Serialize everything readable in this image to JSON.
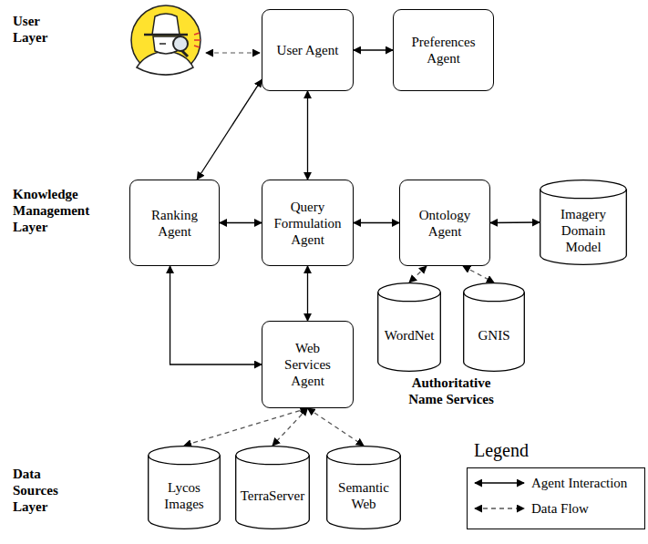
{
  "diagram": {
    "nodes": [
      {
        "text": [
          "User Agent"
        ]
      },
      {
        "text": [
          "Preferences Agent"
        ]
      },
      {
        "text": [
          "Ranking Agent"
        ]
      },
      {
        "text": [
          "Query Formulation Agent"
        ]
      },
      {
        "text": [
          "Ontology Agent"
        ]
      },
      {
        "text": [
          "Imagery Domain Model"
        ]
      },
      {
        "text": [
          "WordNet"
        ]
      },
      {
        "text": [
          "GNIS"
        ]
      },
      {
        "text": [
          "Web Services Agent"
        ]
      },
      {
        "text": [
          "Lycos Images"
        ]
      },
      {
        "text": [
          "TerraServer"
        ]
      },
      {
        "text": [
          "Semantic Web"
        ]
      }
    ],
    "edges": [
      {
        "from": 0,
        "to": 1,
        "arrow": "both"
      },
      {
        "from": 0,
        "to": 2,
        "arrow": "both"
      },
      {
        "from": 0,
        "to": 3,
        "arrow": "both"
      },
      {
        "from": 2,
        "to": 3,
        "arrow": "both"
      },
      {
        "from": 3,
        "to": 4,
        "arrow": "both"
      },
      {
        "from": 4,
        "to": 5,
        "arrow": "both"
      },
      {
        "from": 4,
        "to": 6,
        "arrow": "both"
      },
      {
        "from": 4,
        "to": 7,
        "arrow": "both"
      },
      {
        "from": 3,
        "to": 8,
        "arrow": "both"
      },
      {
        "from": 2,
        "to": 8,
        "arrow": "both"
      },
      {
        "from": 8,
        "to": 9,
        "arrow": "both"
      },
      {
        "from": 8,
        "to": 10,
        "arrow": "both"
      },
      {
        "from": 8,
        "to": 11,
        "arrow": "both"
      }
    ],
    "labels": [
      "User Layer",
      "Knowledge Management Layer",
      "Data Sources Layer",
      "Authoritative Name Services",
      "Legend"
    ],
    "legend": [
      {
        "text": "Agent Interaction"
      },
      {
        "text": "Data Flow"
      }
    ]
  }
}
